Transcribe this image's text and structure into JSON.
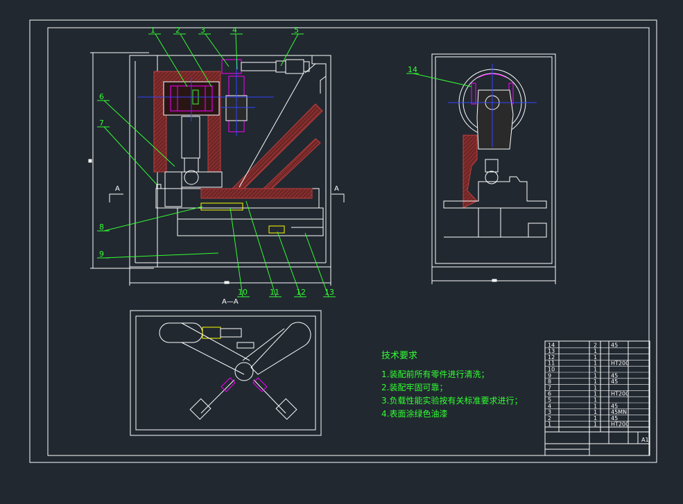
{
  "callouts": [
    "1",
    "2",
    "3",
    "4",
    "5",
    "6",
    "7",
    "8",
    "9",
    "10",
    "11",
    "12",
    "13",
    "14"
  ],
  "section": {
    "label": "A",
    "view_title": "A—A"
  },
  "notes": {
    "title": "技术要求",
    "items": [
      "1.装配前所有零件进行清洗；",
      "2.装配牢固可靠；",
      "3.负载性能实验按有关标准要求进行；",
      "4.表面涂绿色油漆"
    ]
  },
  "bom": {
    "rows": [
      {
        "no": "14",
        "qty": "2",
        "mat": "45"
      },
      {
        "no": "13",
        "qty": "1",
        "mat": ""
      },
      {
        "no": "12",
        "qty": "1",
        "mat": ""
      },
      {
        "no": "11",
        "qty": "1",
        "mat": "HT200"
      },
      {
        "no": "10",
        "qty": "1",
        "mat": ""
      },
      {
        "no": "9",
        "qty": "1",
        "mat": "45"
      },
      {
        "no": "8",
        "qty": "1",
        "mat": "45"
      },
      {
        "no": "7",
        "qty": "1",
        "mat": ""
      },
      {
        "no": "6",
        "qty": "1",
        "mat": "HT200"
      },
      {
        "no": "5",
        "qty": "1",
        "mat": ""
      },
      {
        "no": "4",
        "qty": "1",
        "mat": "45"
      },
      {
        "no": "3",
        "qty": "1",
        "mat": "45MN"
      },
      {
        "no": "2",
        "qty": "1",
        "mat": "45"
      },
      {
        "no": "1",
        "qty": "1",
        "mat": "HT200"
      }
    ],
    "sheet_size": "A1"
  },
  "colors": {
    "background": "#212830",
    "outline": "#ffffff",
    "leader": "#33ff33",
    "section_fill": "#7a2a2a",
    "center_line": "#3344ff",
    "detail_part": "#ff00ff",
    "accent": "#ffff00"
  }
}
